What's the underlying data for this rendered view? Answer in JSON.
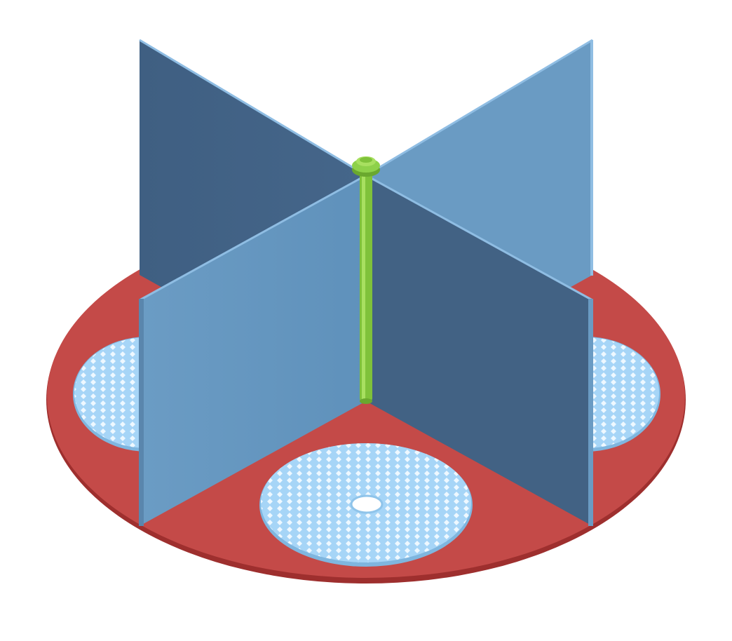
{
  "scene": {
    "description_visible_text": "",
    "colors": {
      "background": "#ffffff",
      "base_disc_top": "#c44a48",
      "base_disc_edge": "#9e2f2e",
      "panel_light": "#6a9bc3",
      "panel_dark": "#426284",
      "panel_edge": "#8fbde3",
      "mesh_fill": "#a6d5f7",
      "mesh_hole": "#e8f5ff",
      "rod": "#7fc23a",
      "rod_highlight": "#a8e060"
    },
    "objects": [
      "base-disc",
      "mesh-filter-left",
      "mesh-filter-right",
      "mesh-filter-front",
      "divider-panels",
      "center-rod"
    ]
  }
}
